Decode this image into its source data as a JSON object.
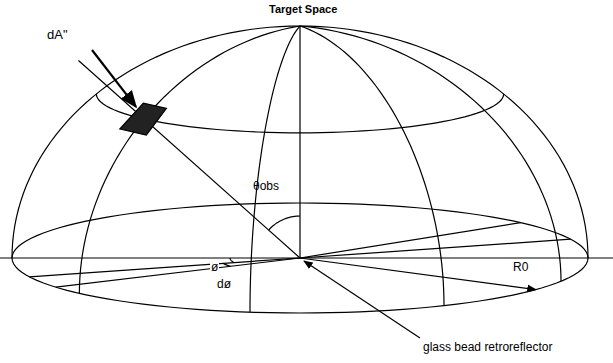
{
  "diagram": {
    "title": "Target Space",
    "labels": [
      "dA\"",
      "θobs",
      "ø",
      "dø",
      "R0",
      "glass bead retroreflector"
    ]
  }
}
